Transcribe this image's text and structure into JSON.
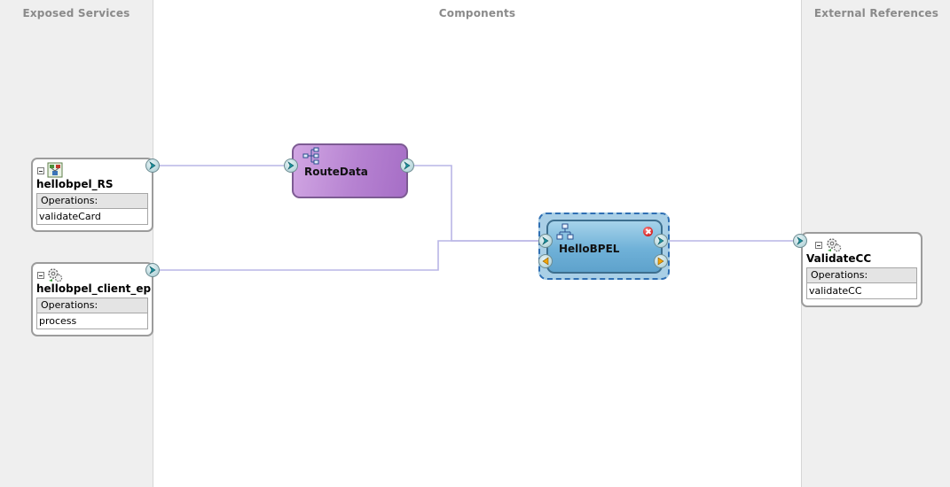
{
  "lanes": {
    "exposed_services": "Exposed Services",
    "components": "Components",
    "external_references": "External References"
  },
  "services": [
    {
      "name": "hellobpel_RS",
      "operations_label": "Operations:",
      "operation": "validateCard",
      "icon": "rest-service-icon"
    },
    {
      "name": "hellobpel_client_ep",
      "operations_label": "Operations:",
      "operation": "process",
      "icon": "gears-service-icon"
    }
  ],
  "components": {
    "route": {
      "name": "RouteData",
      "icon": "mediator-icon",
      "color": "#b682d1"
    },
    "bpel": {
      "name": "HelloBPEL",
      "icon": "bpel-process-icon",
      "color": "#6fb1d8",
      "status": "error-icon"
    }
  },
  "references": [
    {
      "name": "ValidateCC",
      "operations_label": "Operations:",
      "operation": "validateCC",
      "icon": "gears-service-icon"
    }
  ],
  "colors": {
    "wire": "#b9b6e6",
    "selection": "#2f6fb3",
    "port": "#1c8f9c"
  }
}
